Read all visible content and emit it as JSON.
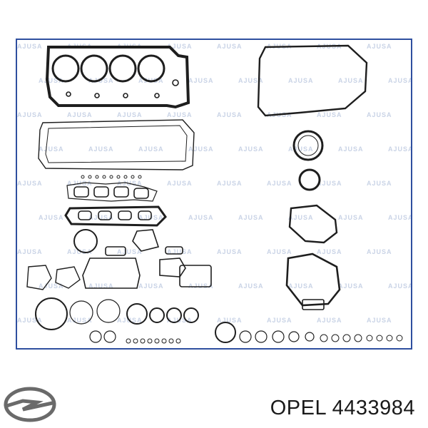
{
  "caption": {
    "brand": "OPEL",
    "part_number": "4433984"
  },
  "image": {
    "watermark_text": "AJUSA"
  },
  "logo": {
    "icon": "opel-blitz-icon"
  },
  "colors": {
    "frame_border": "#2f4f9f",
    "gasket_stroke": "#1e1e1e",
    "watermark": "#c9d3e6"
  }
}
